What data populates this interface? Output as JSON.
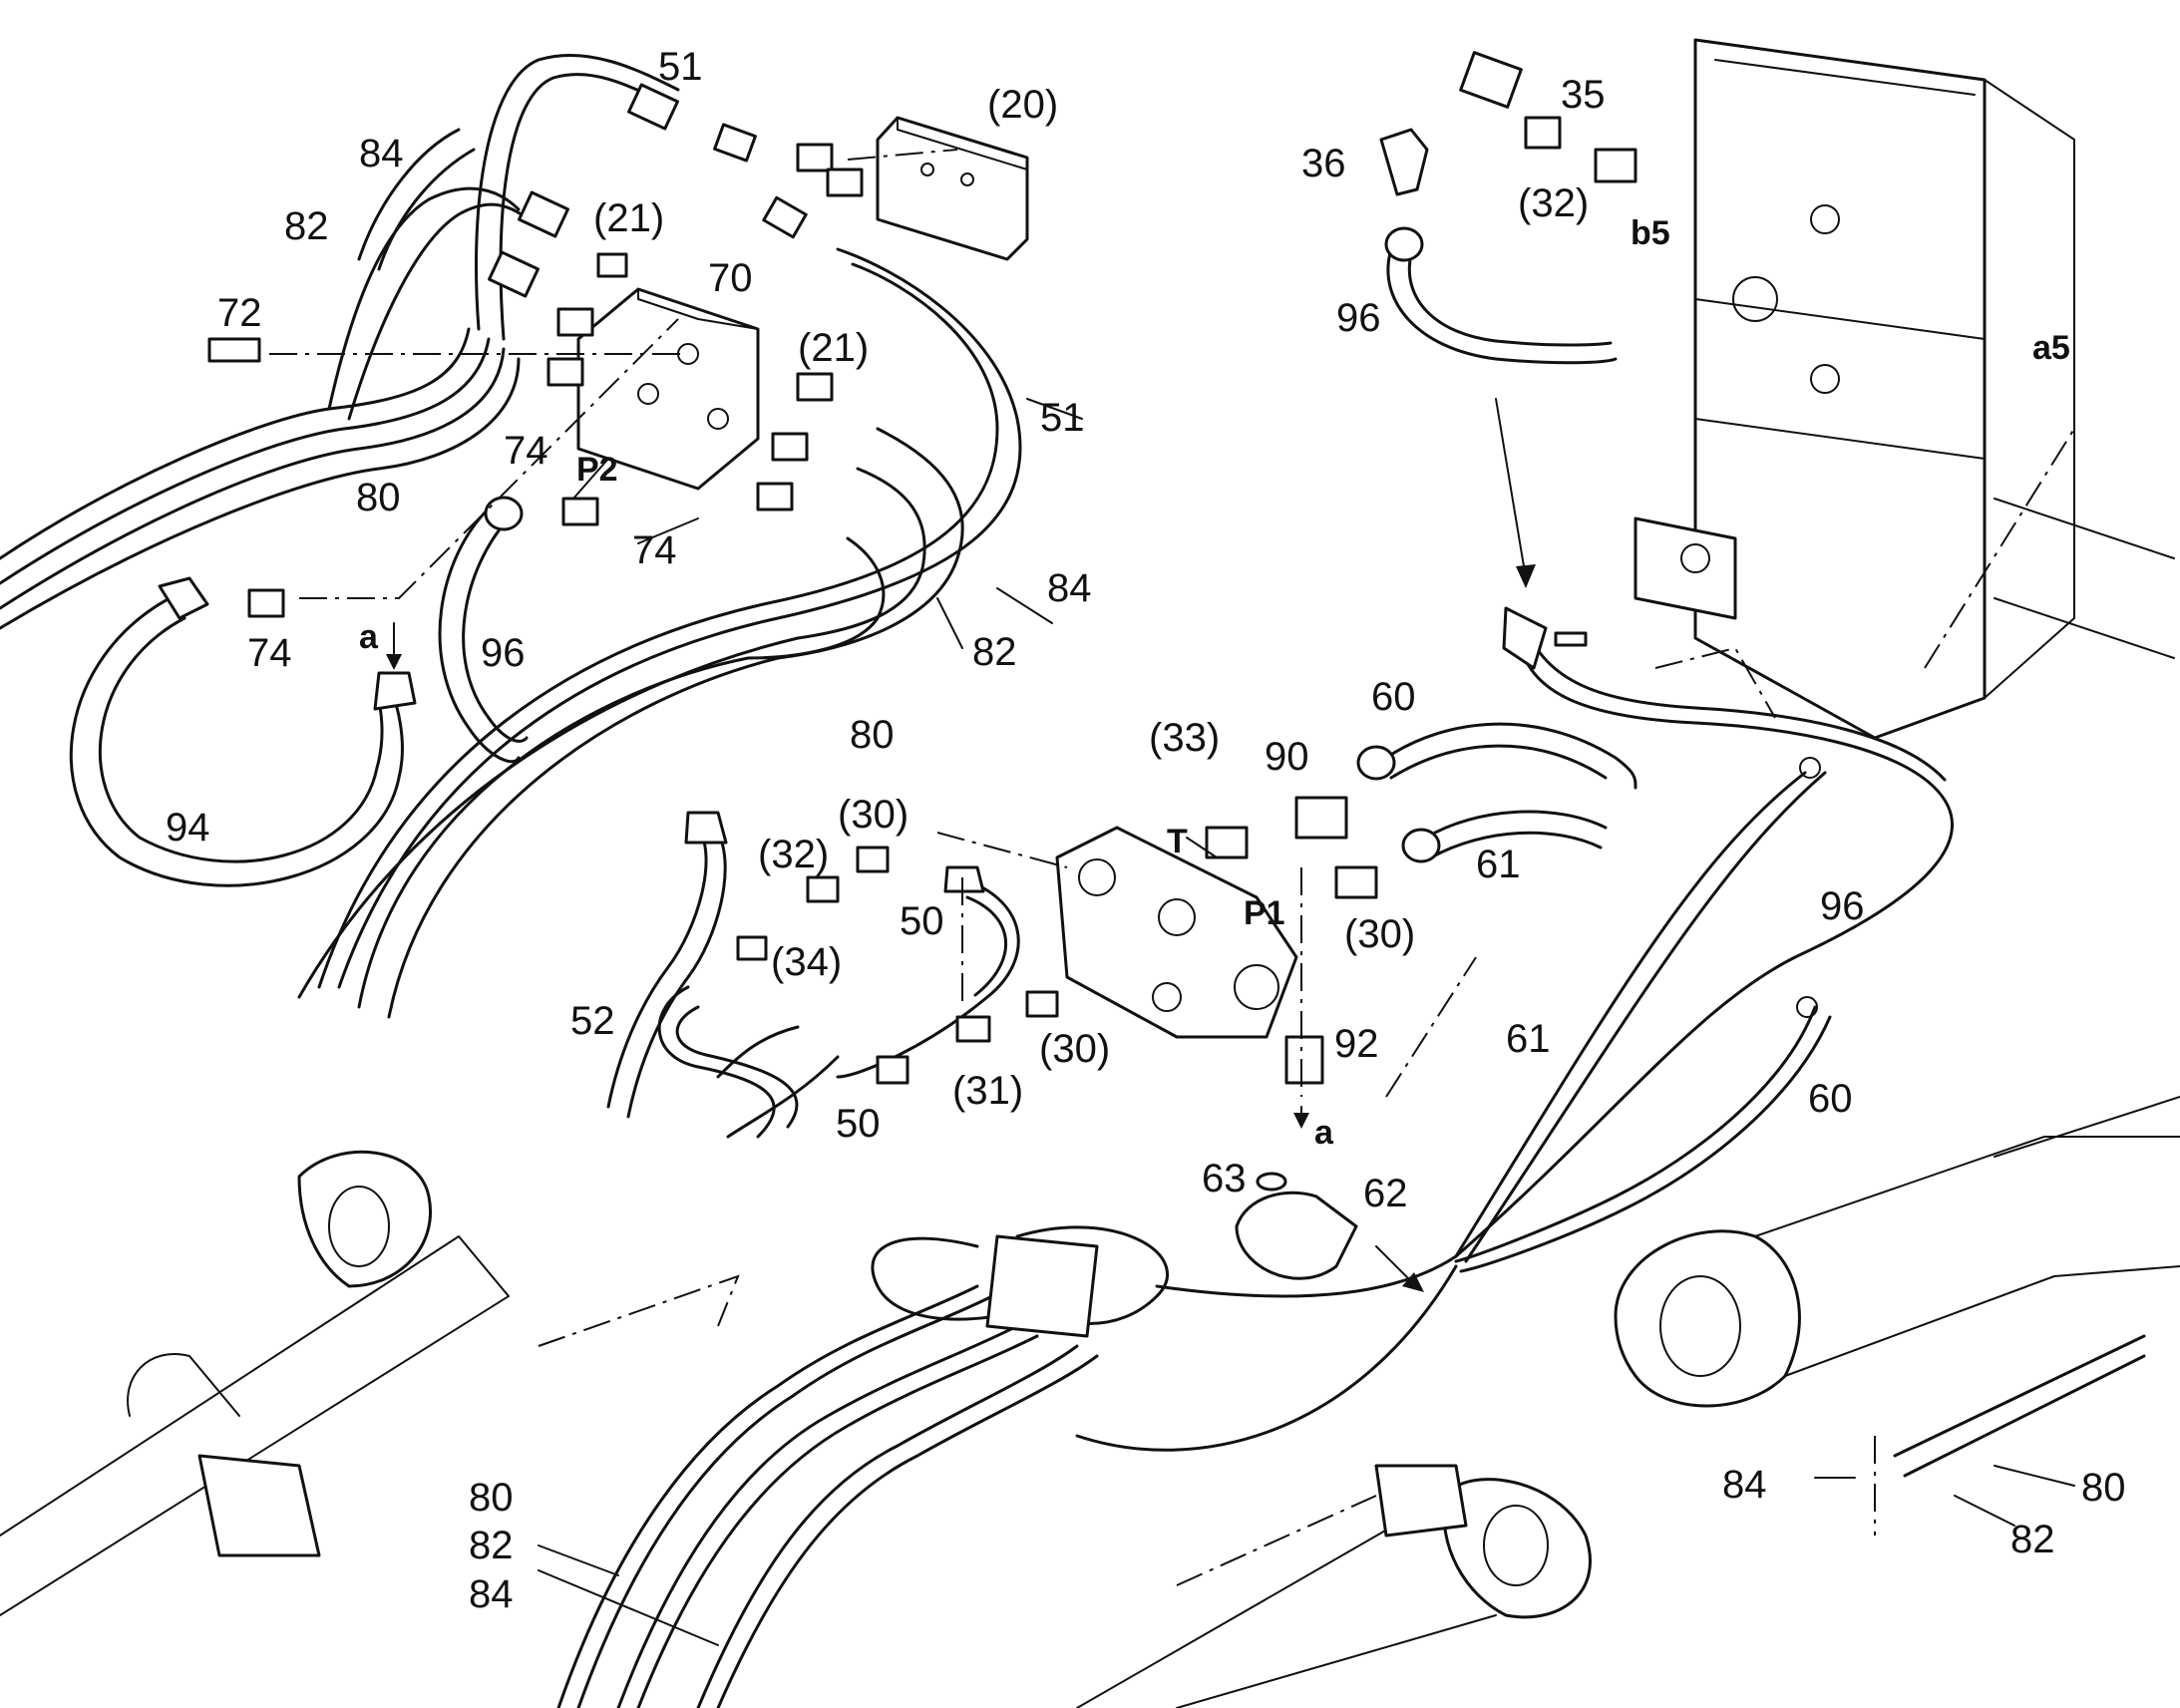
{
  "colors": {
    "line": "#111111",
    "background": "#ffffff"
  },
  "labels": {
    "l51_top": "51",
    "l20": "(20)",
    "l84_top": "84",
    "l82_top": "82",
    "l21_top": "(21)",
    "l70": "70",
    "l72": "72",
    "l21_mid": "(21)",
    "l51_right": "51",
    "l74_a": "74",
    "lP2": "P2",
    "l80_left": "80",
    "l74_b": "74",
    "l84_right": "84",
    "l74_c": "74",
    "la_left": "a",
    "l96_left": "96",
    "l82_right": "82",
    "l80_mid": "80",
    "l94": "94",
    "l35": "35",
    "l36": "36",
    "l32_top": "(32)",
    "lb5": "b5",
    "l96_top": "96",
    "la5": "a5",
    "l33": "(33)",
    "l90": "90",
    "l60_top": "60",
    "lT": "T",
    "lP1": "P1",
    "l61_top": "61",
    "l30_top": "(30)",
    "l32_mid": "(32)",
    "l50_top": "50",
    "l34": "(34)",
    "l30_right": "(30)",
    "l96_right": "96",
    "l52": "52",
    "l92": "92",
    "l61_mid": "61",
    "l30_low": "(30)",
    "l31": "(31)",
    "l50_low": "50",
    "l60_right": "60",
    "la_mid": "a",
    "l63": "63",
    "l62": "62",
    "l80_bl": "80",
    "l82_bl": "82",
    "l84_bl": "84",
    "l84_br": "84",
    "l80_br": "80",
    "l82_br": "82"
  }
}
